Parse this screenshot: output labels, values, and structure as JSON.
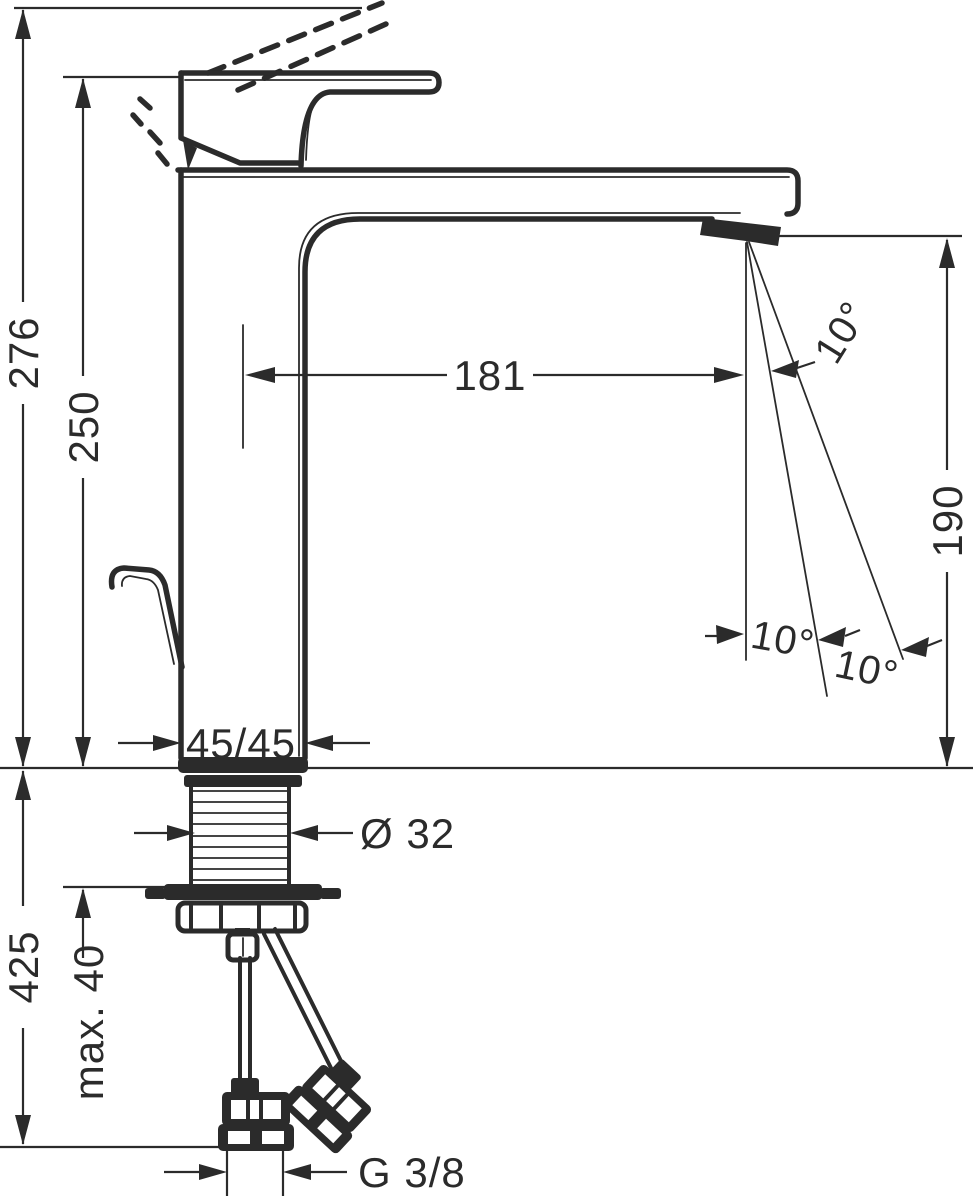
{
  "colors": {
    "ink": "#2b2b2b",
    "background": "#ffffff"
  },
  "dimensions": {
    "total_height": "276",
    "height_to_lever_top": "250",
    "spout_reach": "181",
    "spout_outlet_height": "190",
    "body_cross_section": "45/45",
    "mounting_hole_diameter": "Ø 32",
    "length_below_deck": "425",
    "max_deck_thickness": "max. 40",
    "supply_connection_thread": "G 3/8",
    "outlet_angle": "10°",
    "stream_angle_inner": "10°",
    "stream_angle_outer": "10°"
  }
}
